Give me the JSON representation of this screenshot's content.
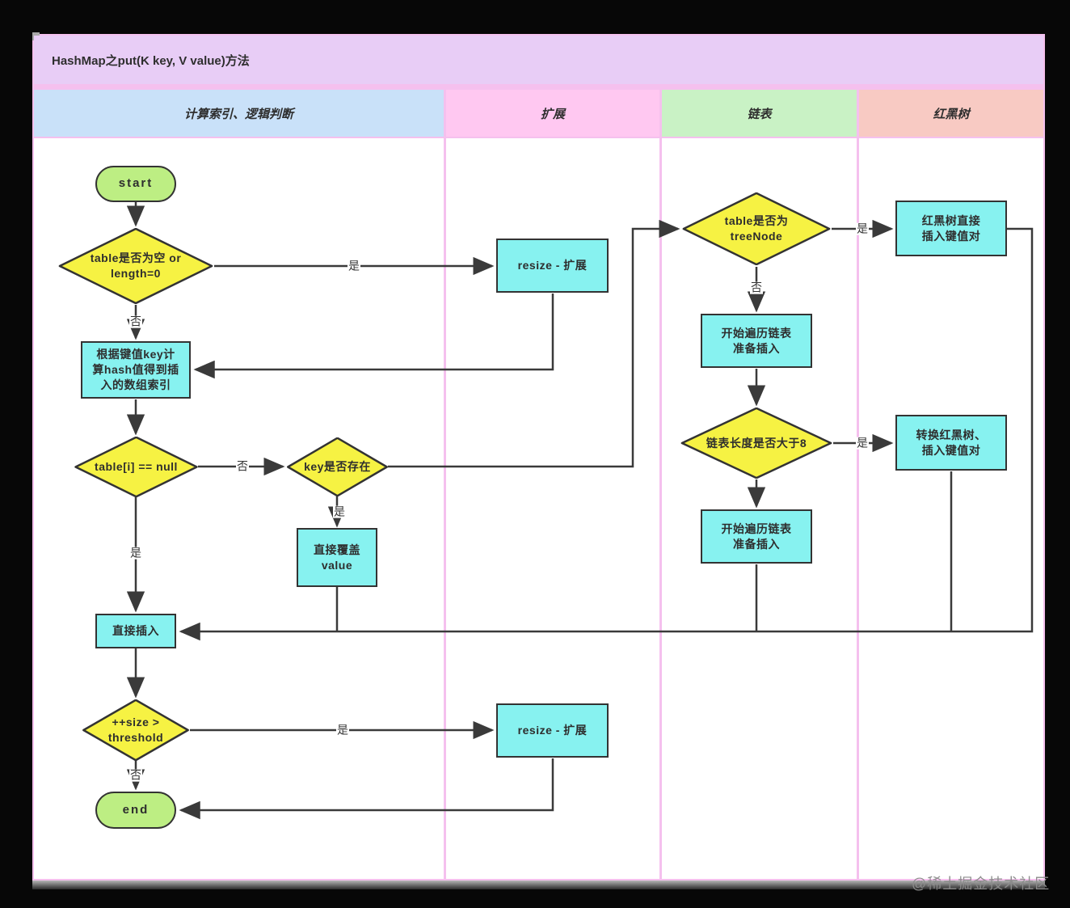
{
  "title": "HashMap之put(K key, V value)方法",
  "lanes": [
    {
      "label": "计算索引、逻辑判断",
      "color": "#c9e1f9"
    },
    {
      "label": "扩展",
      "color": "#ffc8f1"
    },
    {
      "label": "链表",
      "color": "#c9f2c5"
    },
    {
      "label": "红黑树",
      "color": "#f8cac3"
    }
  ],
  "nodes": {
    "start": "start",
    "check_table_empty": "table是否为空 or\nlength=0",
    "calc_hash_index": "根据键值key计\n算hash值得到插\n入的数组索引",
    "check_table_i_null": "table[i] == null",
    "check_key_exists": "key是否存在",
    "overwrite_value": "直接覆盖\nvalue",
    "direct_insert": "直接插入",
    "check_size_threshold": "++size >\nthreshold",
    "end": "end",
    "resize_top": "resize - 扩展",
    "resize_bottom": "resize - 扩展",
    "check_tree_node": "table是否为\ntreeNode",
    "traverse_list_top": "开始遍历链表\n准备插入",
    "check_list_length": "链表长度是否大于8",
    "traverse_list_bottom": "开始遍历链表\n准备插入",
    "rbt_direct_insert": "红黑树直接\n插入键值对",
    "convert_rbt_insert": "转换红黑树、\n插入键值对"
  },
  "edge_labels": {
    "yes": "是",
    "no": "否"
  },
  "watermark": "@稀土掘金技术社区",
  "colors": {
    "title_bar": "#e8cdf6",
    "decision_fill": "#f6f243",
    "process_fill": "#87f2f0",
    "terminator_fill": "#bdee83",
    "shape_border": "#333333",
    "connector": "#3a3a3a",
    "canvas_border": "#f5c0ee",
    "watermark_text": "#8c8c8c"
  }
}
